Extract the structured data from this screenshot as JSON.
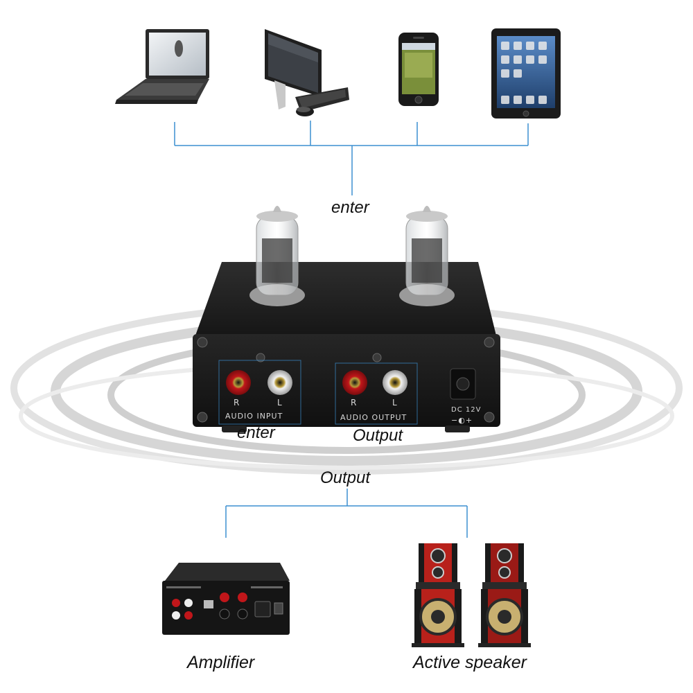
{
  "labels": {
    "enter_top": "enter",
    "enter_input": "enter",
    "output_panel": "Output",
    "output_center": "Output",
    "amplifier": "Amplifier",
    "active_speaker": "Active speaker"
  },
  "panel": {
    "input_r": "R",
    "input_l": "L",
    "audio_input": "AUDIO INPUT",
    "output_r": "R",
    "output_l": "L",
    "audio_output": "AUDIO OUTPUT",
    "dc": "DC 12V",
    "polarity": "−◐+"
  },
  "devices": {
    "top": [
      "laptop-icon",
      "desktop-computer-icon",
      "smartphone-icon",
      "tablet-icon"
    ],
    "bottom": [
      "amplifier-icon",
      "active-speaker-icon"
    ]
  },
  "colors": {
    "connector_line": "#3b8fd0",
    "chassis": "#1b1b1b",
    "rca_red": "#c0161a"
  }
}
